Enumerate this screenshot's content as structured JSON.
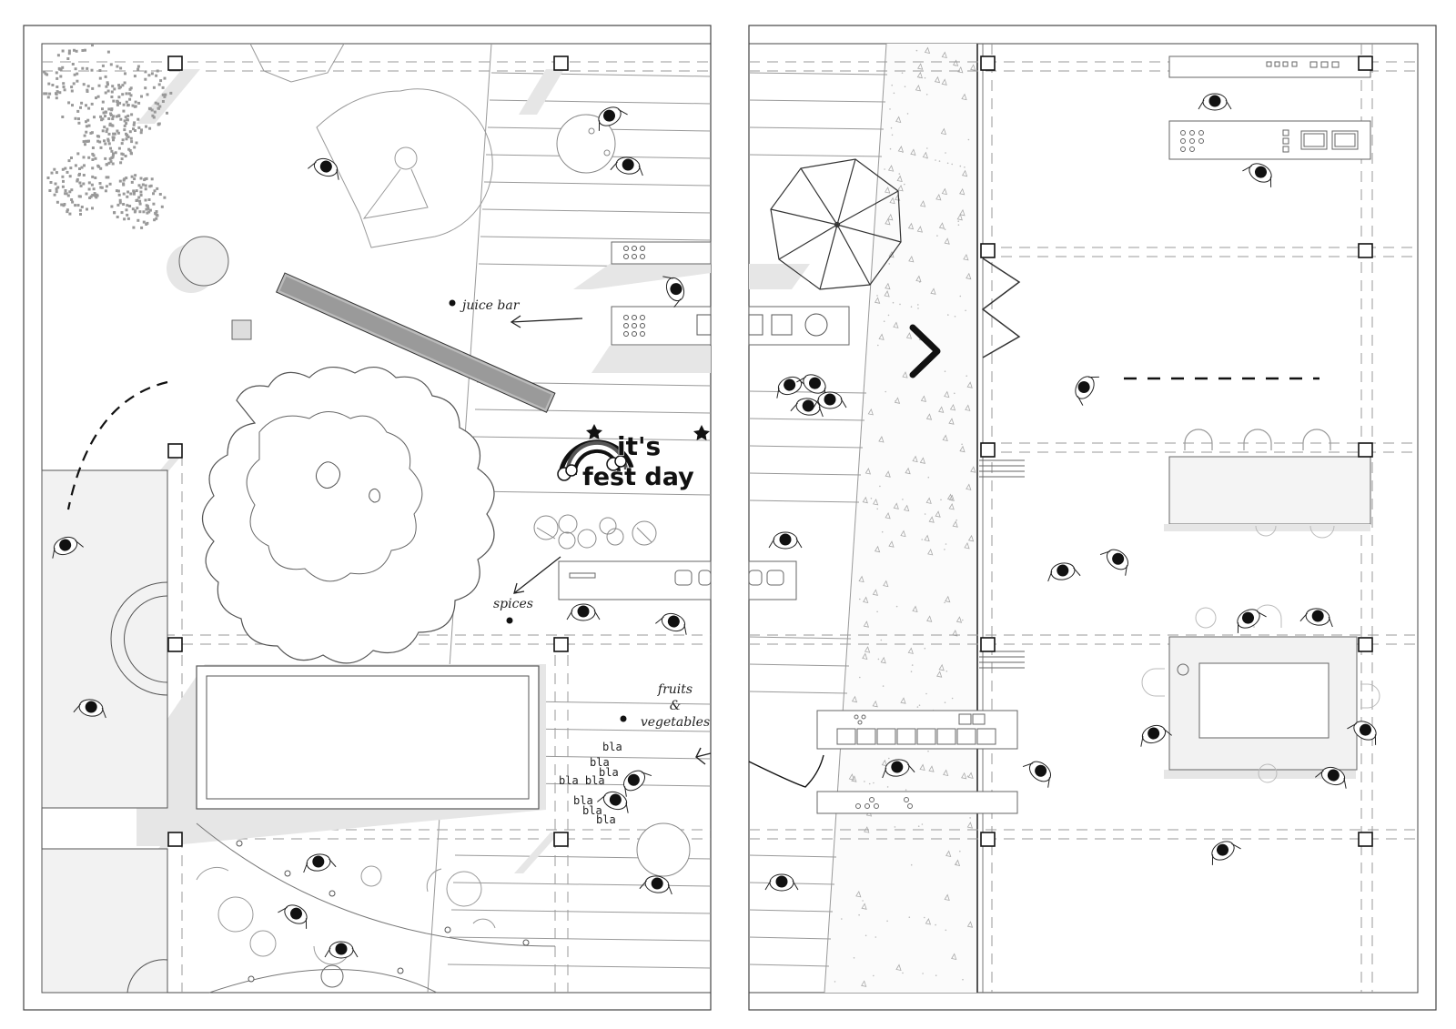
{
  "labels": {
    "juice_bar": "juice bar",
    "spices": "spices",
    "fruits_line1": "fruits",
    "fruits_line2": "&",
    "fruits_line3": "vegetables",
    "title_line1": "it's",
    "title_line2": "fest day",
    "chatter": [
      "bla",
      "bla",
      "bla",
      "bla bla",
      "bla",
      "bla",
      "bla"
    ]
  },
  "icons": [
    "tree-canopy-icon",
    "umbrella-icon",
    "rainbow-icon",
    "star-icon",
    "person-icon",
    "chevron-right-icon",
    "zigzag-fence-icon",
    "arrow-icon"
  ],
  "colors": {
    "ink": "#111111",
    "line": "#555555",
    "light": "#999999",
    "shadow": "#e6e6e6",
    "fill": "#f0f0f0"
  }
}
